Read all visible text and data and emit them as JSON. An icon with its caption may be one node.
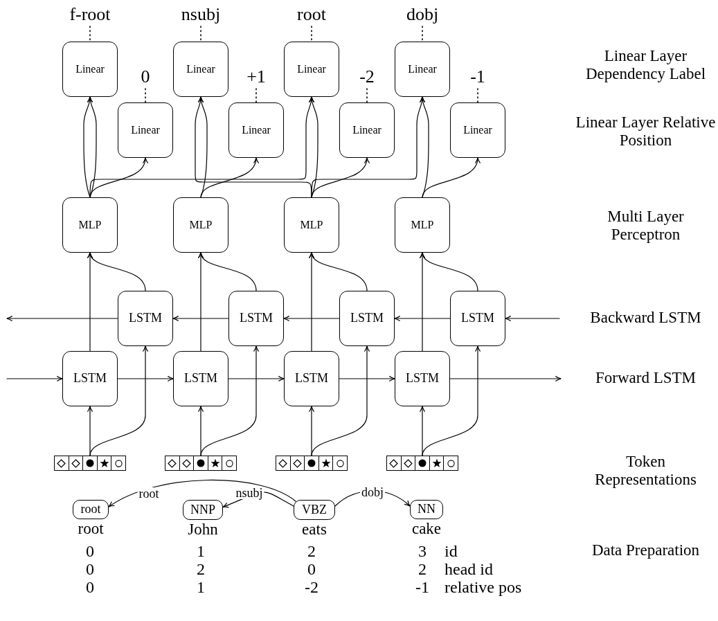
{
  "diagram": {
    "nodes": [
      {
        "text": [
          "f-root"
        ]
      },
      {
        "text": [
          "nsubj"
        ]
      },
      {
        "text": [
          "root"
        ]
      },
      {
        "text": [
          "dobj"
        ]
      },
      {
        "text": [
          "Linear"
        ]
      },
      {
        "text": [
          "Linear"
        ]
      },
      {
        "text": [
          "Linear"
        ]
      },
      {
        "text": [
          "Linear"
        ]
      },
      {
        "text": [
          "0"
        ]
      },
      {
        "text": [
          "+1"
        ]
      },
      {
        "text": [
          "-2"
        ]
      },
      {
        "text": [
          "-1"
        ]
      },
      {
        "text": [
          "Linear"
        ]
      },
      {
        "text": [
          "Linear"
        ]
      },
      {
        "text": [
          "Linear"
        ]
      },
      {
        "text": [
          "Linear"
        ]
      },
      {
        "text": [
          "MLP"
        ]
      },
      {
        "text": [
          "MLP"
        ]
      },
      {
        "text": [
          "MLP"
        ]
      },
      {
        "text": [
          "MLP"
        ]
      },
      {
        "text": [
          "LSTM"
        ]
      },
      {
        "text": [
          "LSTM"
        ]
      },
      {
        "text": [
          "LSTM"
        ]
      },
      {
        "text": [
          "LSTM"
        ]
      },
      {
        "text": [
          "LSTM"
        ]
      },
      {
        "text": [
          "LSTM"
        ]
      },
      {
        "text": [
          "LSTM"
        ]
      },
      {
        "text": [
          "LSTM"
        ]
      },
      {
        "text": [],
        "shape": "bar"
      },
      {
        "text": [],
        "shape": "bar"
      },
      {
        "text": [],
        "shape": "bar"
      },
      {
        "text": [],
        "shape": "bar"
      },
      {
        "text": [
          "root"
        ],
        "beside": [
          "root"
        ]
      },
      {
        "text": [
          "NNP"
        ],
        "beside": [
          "John"
        ]
      },
      {
        "text": [
          "VBZ"
        ],
        "beside": [
          "eats"
        ]
      },
      {
        "text": [
          "NN"
        ],
        "beside": [
          "cake"
        ]
      }
    ],
    "edges": [
      {
        "from": 0,
        "to": 4,
        "arrow": "none",
        "style": "dashed"
      },
      {
        "from": 1,
        "to": 5,
        "arrow": "none",
        "style": "dashed"
      },
      {
        "from": 2,
        "to": 6,
        "arrow": "none",
        "style": "dashed"
      },
      {
        "from": 3,
        "to": 7,
        "arrow": "none",
        "style": "dashed"
      },
      {
        "from": 8,
        "to": 12,
        "arrow": "none",
        "style": "dashed"
      },
      {
        "from": 9,
        "to": 13,
        "arrow": "none",
        "style": "dashed"
      },
      {
        "from": 10,
        "to": 14,
        "arrow": "none",
        "style": "dashed"
      },
      {
        "from": 11,
        "to": 15,
        "arrow": "none",
        "style": "dashed"
      },
      {
        "from": 16,
        "to": 4,
        "arrow": "to"
      },
      {
        "from": 16,
        "to": 4,
        "arrow": "to"
      },
      {
        "from": 17,
        "to": 5,
        "arrow": "to"
      },
      {
        "from": 18,
        "to": 5,
        "arrow": "to"
      },
      {
        "from": 18,
        "to": 6,
        "arrow": "to"
      },
      {
        "from": 16,
        "to": 6,
        "arrow": "to"
      },
      {
        "from": 19,
        "to": 7,
        "arrow": "to"
      },
      {
        "from": 18,
        "to": 7,
        "arrow": "to"
      },
      {
        "from": 16,
        "to": 12,
        "arrow": "to"
      },
      {
        "from": 17,
        "to": 13,
        "arrow": "to"
      },
      {
        "from": 18,
        "to": 14,
        "arrow": "to"
      },
      {
        "from": 19,
        "to": 15,
        "arrow": "to"
      },
      {
        "from": 24,
        "to": 16,
        "arrow": "to"
      },
      {
        "from": 25,
        "to": 17,
        "arrow": "to"
      },
      {
        "from": 26,
        "to": 18,
        "arrow": "to"
      },
      {
        "from": 27,
        "to": 19,
        "arrow": "to"
      },
      {
        "from": 20,
        "to": 16,
        "arrow": "to"
      },
      {
        "from": 21,
        "to": 17,
        "arrow": "to"
      },
      {
        "from": 22,
        "to": 18,
        "arrow": "to"
      },
      {
        "from": 23,
        "to": 19,
        "arrow": "to"
      },
      {
        "from": null,
        "to": 24,
        "arrow": "to"
      },
      {
        "from": 24,
        "to": 25,
        "arrow": "to"
      },
      {
        "from": 25,
        "to": 26,
        "arrow": "to"
      },
      {
        "from": 26,
        "to": 27,
        "arrow": "to"
      },
      {
        "from": 27,
        "to": null,
        "arrow": "to"
      },
      {
        "from": null,
        "to": 23,
        "arrow": "to"
      },
      {
        "from": 23,
        "to": 22,
        "arrow": "to"
      },
      {
        "from": 22,
        "to": 21,
        "arrow": "to"
      },
      {
        "from": 21,
        "to": 20,
        "arrow": "to"
      },
      {
        "from": 20,
        "to": null,
        "arrow": "to"
      },
      {
        "from": 28,
        "to": 24,
        "arrow": "to"
      },
      {
        "from": 29,
        "to": 25,
        "arrow": "to"
      },
      {
        "from": 30,
        "to": 26,
        "arrow": "to"
      },
      {
        "from": 31,
        "to": 27,
        "arrow": "to"
      },
      {
        "from": 28,
        "to": 20,
        "arrow": "to"
      },
      {
        "from": 29,
        "to": 21,
        "arrow": "to"
      },
      {
        "from": 30,
        "to": 22,
        "arrow": "to"
      },
      {
        "from": 31,
        "to": 23,
        "arrow": "to"
      },
      {
        "from": 34,
        "to": 32,
        "arrow": "to",
        "label": "root"
      },
      {
        "from": 34,
        "to": 33,
        "arrow": "to",
        "label": "nsubj"
      },
      {
        "from": 34,
        "to": 35,
        "arrow": "to",
        "label": "dobj"
      }
    ],
    "labels": [
      "Linear Layer Dependency Label",
      "Linear Layer Relative Position",
      "Multi Layer Perceptron",
      "Backward LSTM",
      "Forward LSTM",
      "Token Representations",
      "0",
      "1",
      "2",
      "3",
      "id",
      "Data Preparation",
      "0",
      "2",
      "0",
      "2",
      "head id",
      "0",
      "1",
      "-2",
      "-1",
      "relative pos"
    ]
  }
}
